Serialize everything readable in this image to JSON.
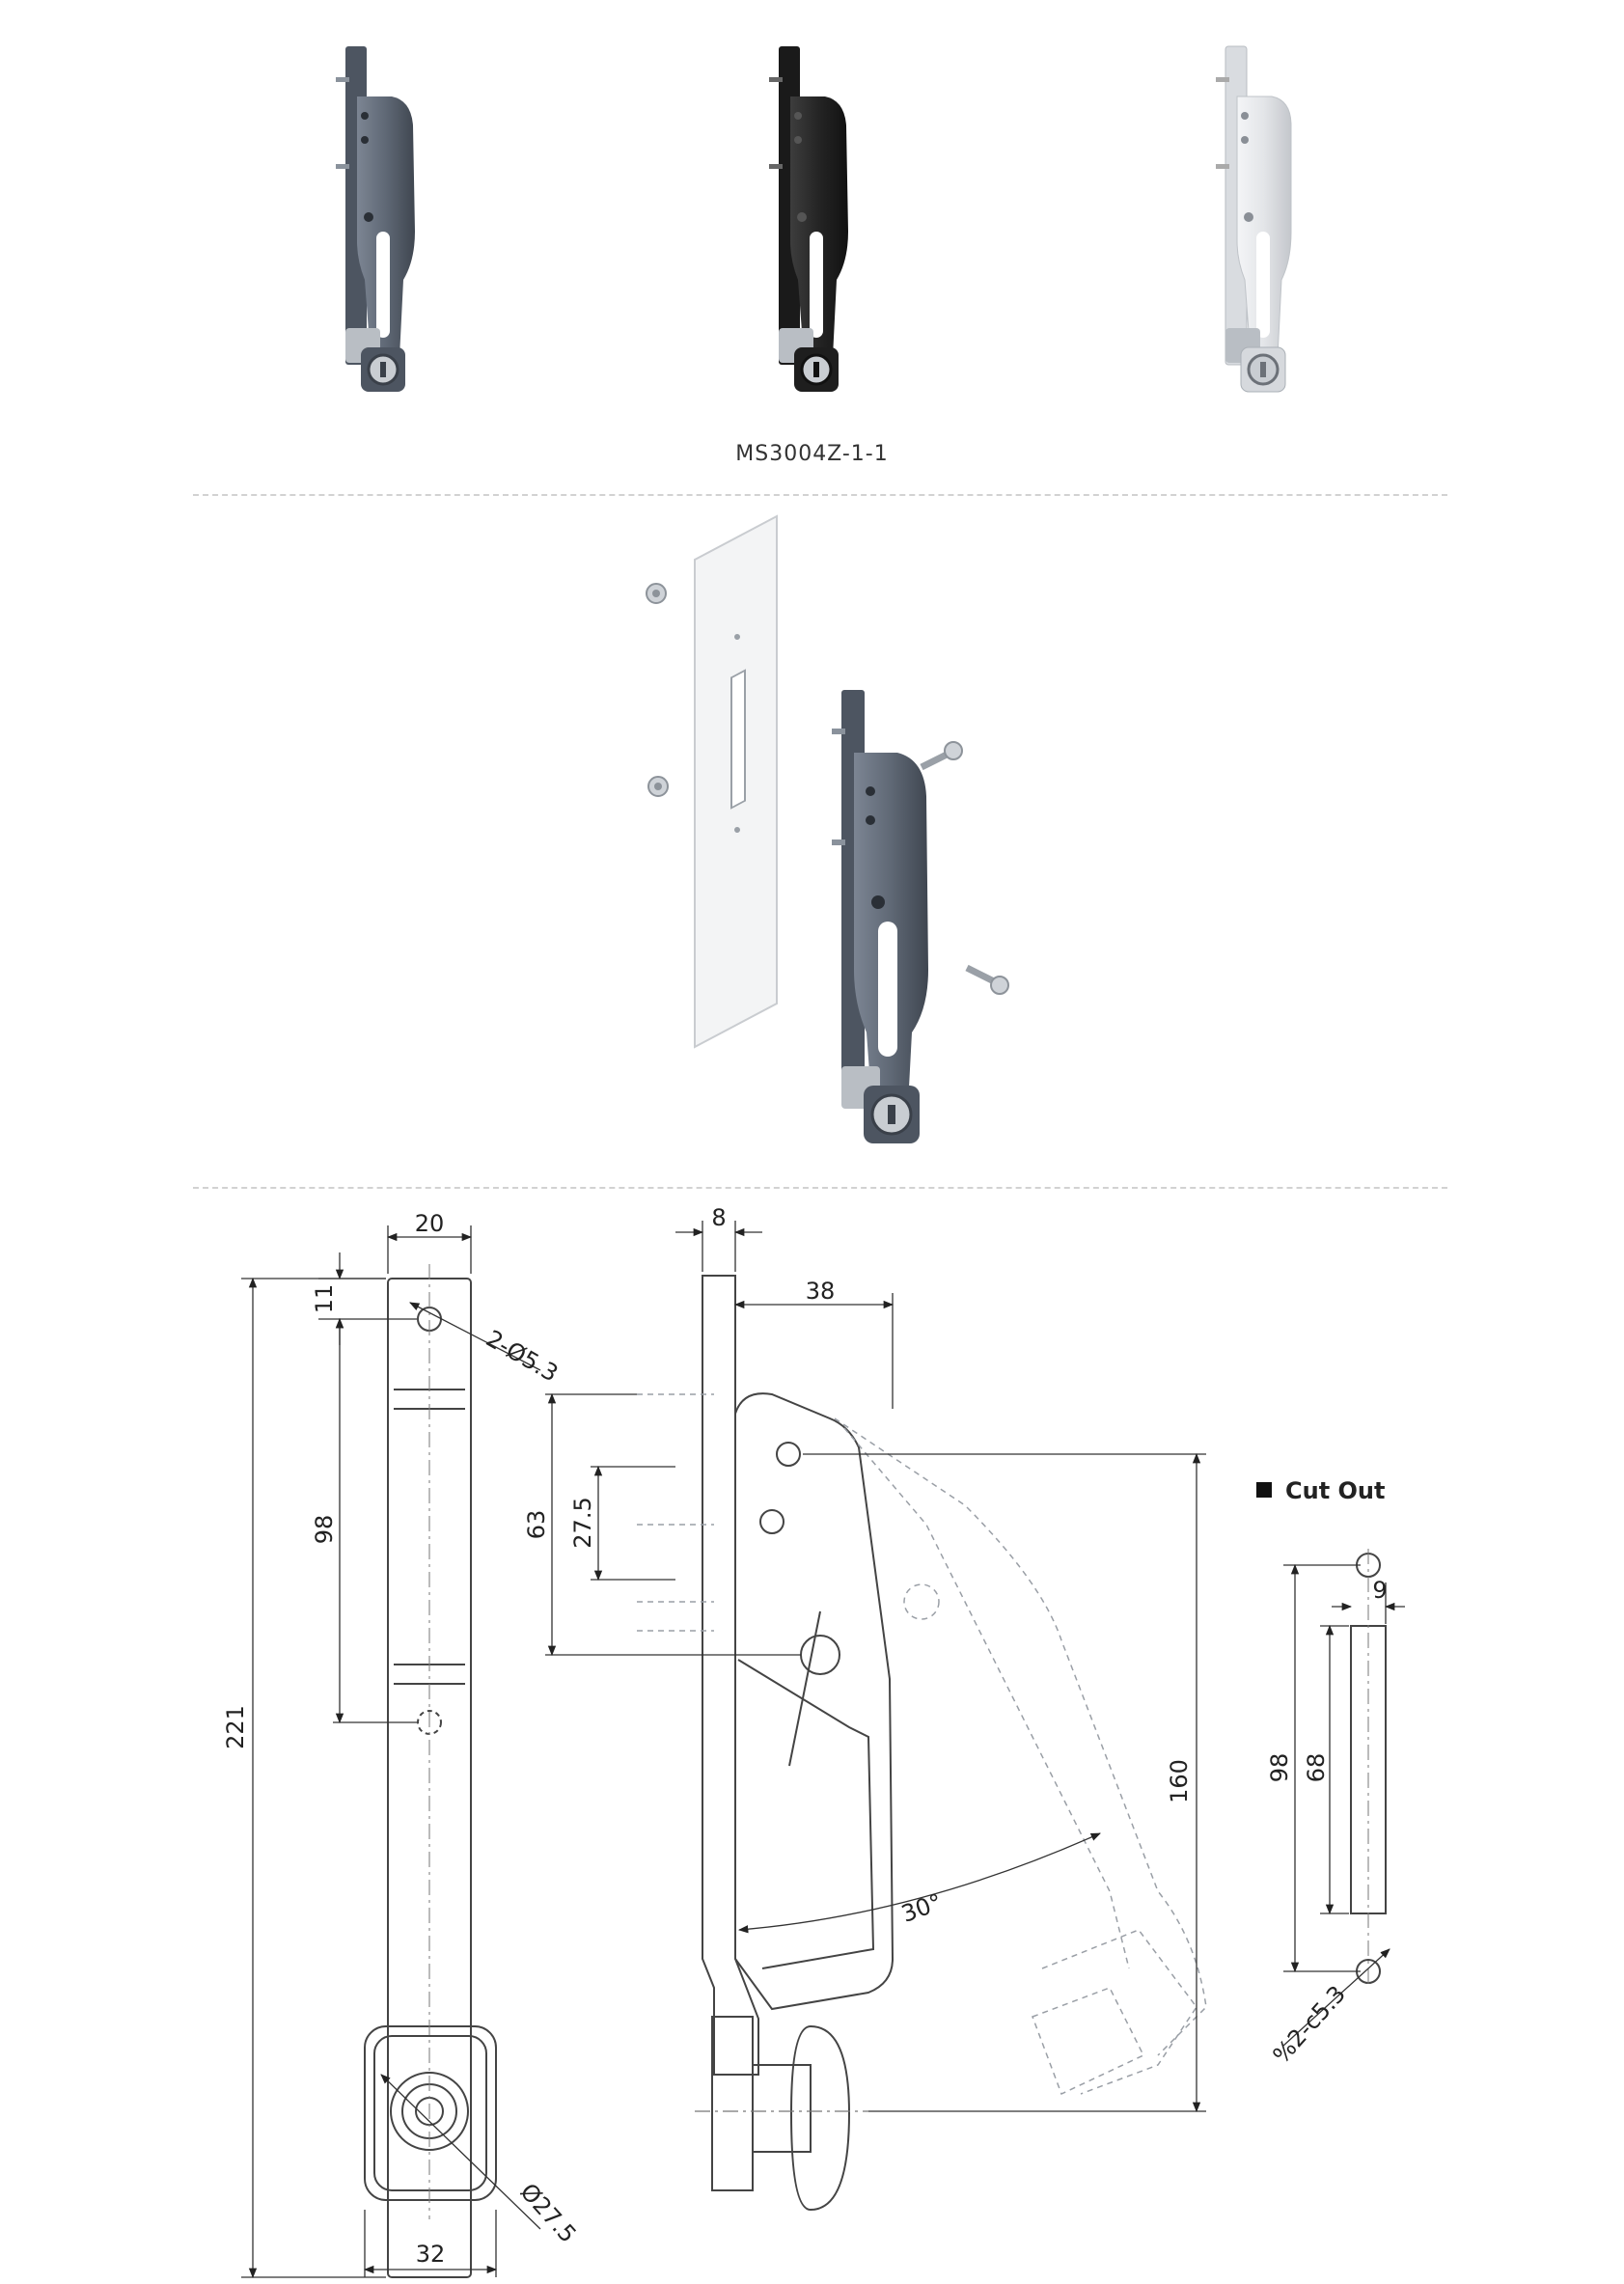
{
  "product": {
    "model_code": "MS3004Z-1-1",
    "finishes": [
      {
        "name": "grey",
        "color": "#5f6875"
      },
      {
        "name": "black",
        "color": "#242424"
      },
      {
        "name": "white",
        "color": "#e3e5e8"
      }
    ]
  },
  "drawing": {
    "front_view": {
      "width_top": "20",
      "hole_offset": "11",
      "holes": "2-Ø5.3",
      "hole_spacing": "98",
      "total_length": "221",
      "cylinder_diameter": "Ø27.5",
      "width_bottom": "32"
    },
    "side_view": {
      "plate_thickness": "8",
      "depth": "38",
      "cam_travel": "63",
      "cam_offset": "27.5",
      "height": "160",
      "open_angle": "30°"
    },
    "cutout": {
      "title": "Cut Out",
      "slot_width": "9",
      "slot_length": "68",
      "hole_spacing": "98",
      "holes": "%2-c5.3"
    }
  }
}
